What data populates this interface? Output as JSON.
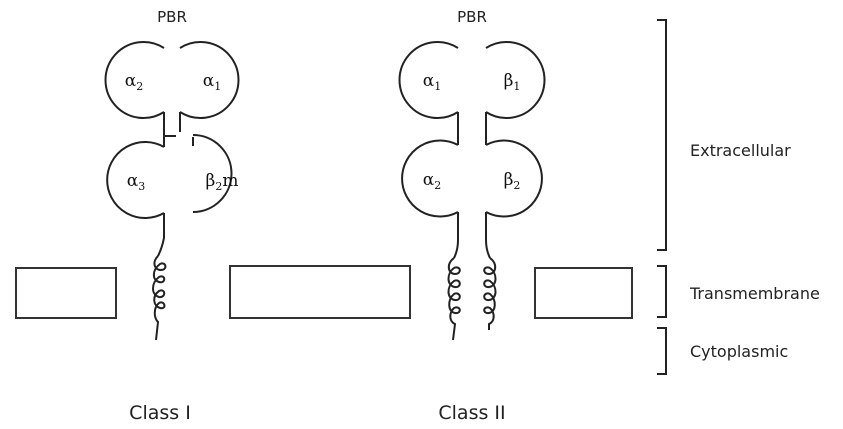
{
  "class1": {
    "pbr_label": "PBR",
    "domains": {
      "top_left": {
        "base": "α",
        "sub": "2"
      },
      "top_right": {
        "base": "α",
        "sub": "1"
      },
      "bottom_left": {
        "base": "α",
        "sub": "3"
      },
      "bottom_right": {
        "base": "β",
        "sub": "2",
        "suffix": "m"
      }
    },
    "caption": "Class I"
  },
  "class2": {
    "pbr_label": "PBR",
    "domains": {
      "top_left": {
        "base": "α",
        "sub": "1"
      },
      "top_right": {
        "base": "β",
        "sub": "1"
      },
      "bottom_left": {
        "base": "α",
        "sub": "2"
      },
      "bottom_right": {
        "base": "β",
        "sub": "2"
      }
    },
    "caption": "Class II"
  },
  "regions": {
    "extracellular": "Extracellular",
    "transmembrane": "Transmembrane",
    "cytoplasmic": "Cytoplasmic"
  }
}
